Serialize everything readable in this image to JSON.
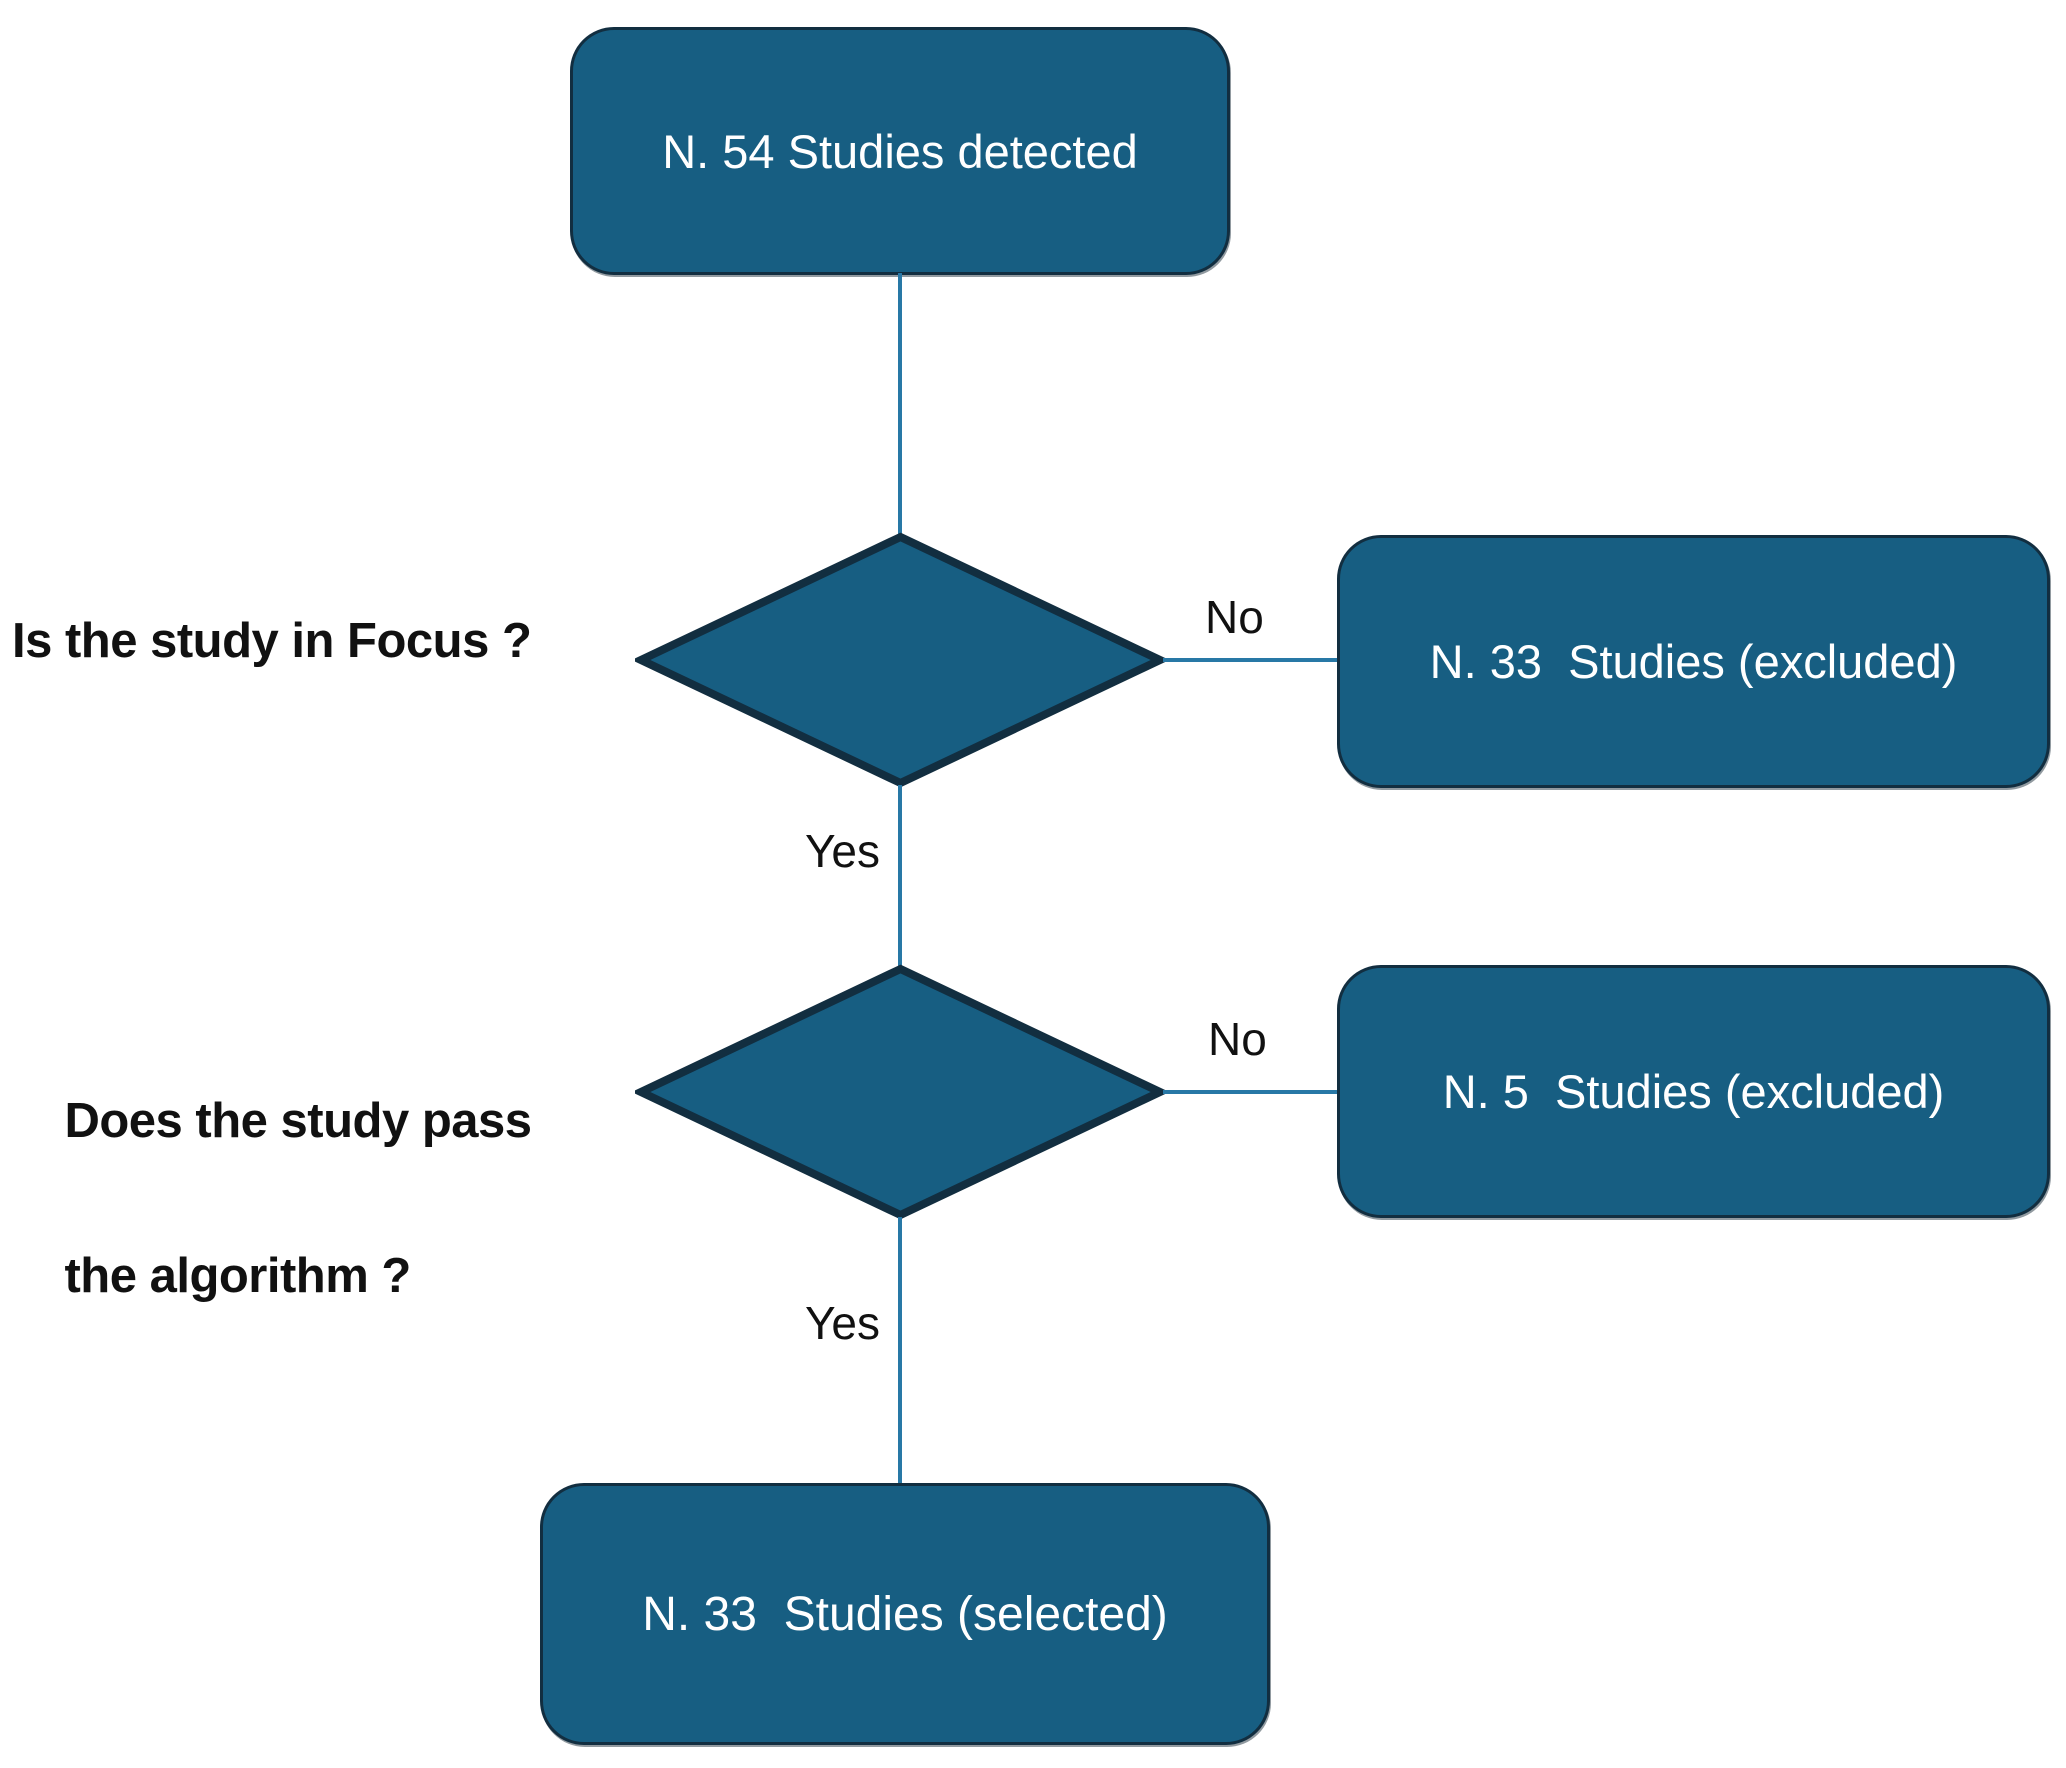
{
  "flowchart": {
    "start_node": {
      "label": "N. 54 Studies detected"
    },
    "decisions": [
      {
        "question": "Is the study in Focus ?",
        "no_label": "No",
        "yes_label": "Yes",
        "no_result": "N. 33  Studies (excluded)"
      },
      {
        "question_line1": "Does the study pass",
        "question_line2": "the algorithm ?",
        "no_label": "No",
        "yes_label": "Yes",
        "no_result": "N. 5  Studies (excluded)"
      }
    ],
    "end_node": {
      "label": "N. 33  Studies (selected)"
    },
    "colors": {
      "node_fill": "#175E82",
      "node_border": "#122E40",
      "connector": "#2878A6",
      "node_text": "#FFFFFF",
      "label_text": "#111111"
    }
  }
}
